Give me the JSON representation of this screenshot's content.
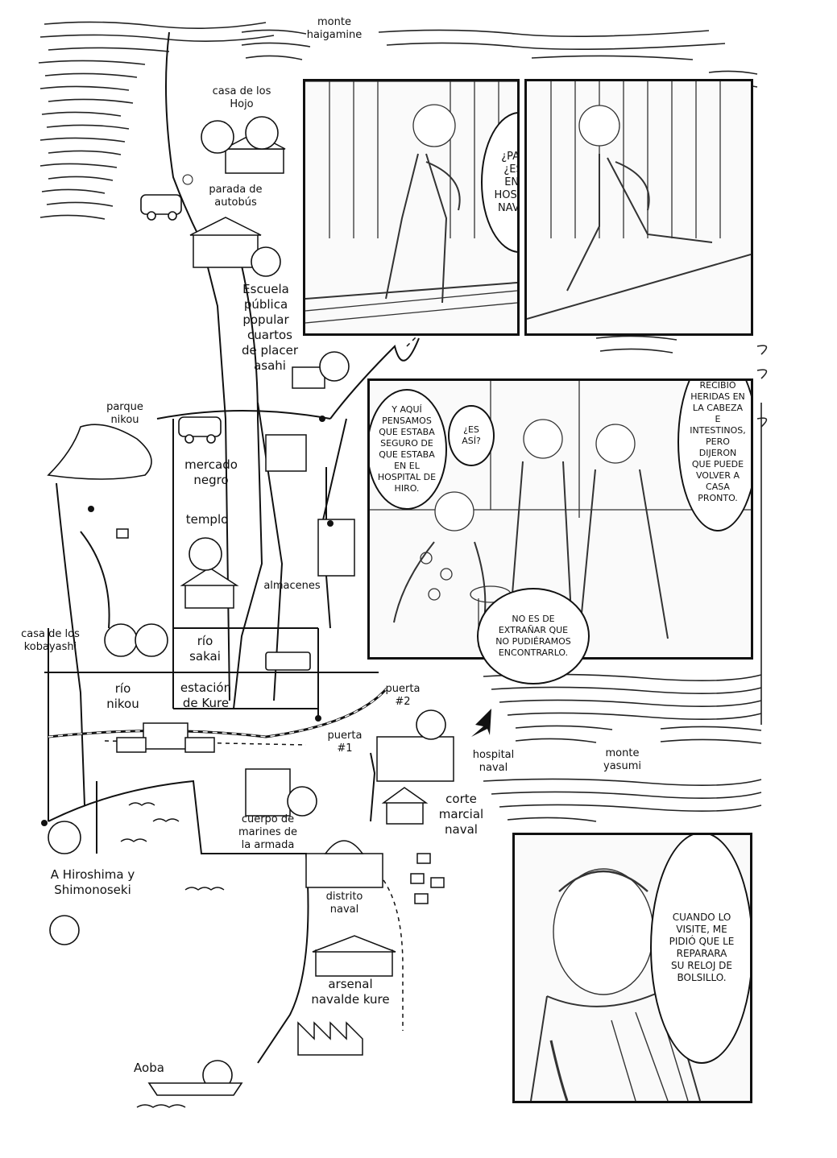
{
  "map": {
    "labels": {
      "monte_haigamine": "monte\nhaigamine",
      "casa_hojo": "casa de los\nHojo",
      "parada_autobus": "parada de\nautobús",
      "escuela": "Escuela\npública\npopular",
      "cuartos_asahi": "cuartos\nde placer\nasahi",
      "parque_nikou": "parque\nnikou",
      "mercado_negro": "mercado\nnegro",
      "templo": "templo",
      "almacenes": "almacenes",
      "casa_kobayashi": "casa de los\nkobayashi",
      "rio_sakai": "río\nsakai",
      "rio_nikou": "río\nnikou",
      "estacion_kure": "estación\nde Kure",
      "puerta_2": "puerta\n#2",
      "puerta_1": "puerta\n#1",
      "hospital_naval": "hospital\nnaval",
      "monte_yasumi": "monte\nyasumi",
      "corte_marcial": "corte\nmarcial\nnaval",
      "cuerpo_marines": "cuerpo de\nmarines de\nla armada",
      "hiroshima": "A Hiroshima y\nShimonoseki",
      "distrito_naval": "distrito\nnaval",
      "arsenal": "arsenal\nnavalde kure",
      "aoba": "Aoba"
    }
  },
  "panels": {
    "p1": {
      "bubble": "¿PAPÁ?\n¿ESTÁ\nEN EL\nHOSPITAL\nNAVAL!?"
    },
    "p3": {
      "bubble_a": "Y AQUÍ\nPENSAMOS\nQUE ESTABA\nSEGURO DE\nQUE ESTABA\nEN EL\nHOSPITAL DE\nHIRO.",
      "bubble_b": "¿ES\nASÍ?",
      "bubble_c": "RECIBIÓ\nHERIDAS EN\nLA CABEZA\nE\nINTESTINOS,\nPERO\nDIJERON\nQUE PUEDE\nVOLVER A\nCASA\nPRONTO.",
      "bubble_d": "NO ES DE\nEXTRAÑAR QUE\nNO PUDIÉRAMOS\nENCONTRARLO."
    },
    "p4": {
      "bubble": "CUANDO LO\nVISITE, ME\nPIDIÓ QUE LE\nREPARARA\nSU RELOJ DE\nBOLSILLO."
    }
  }
}
